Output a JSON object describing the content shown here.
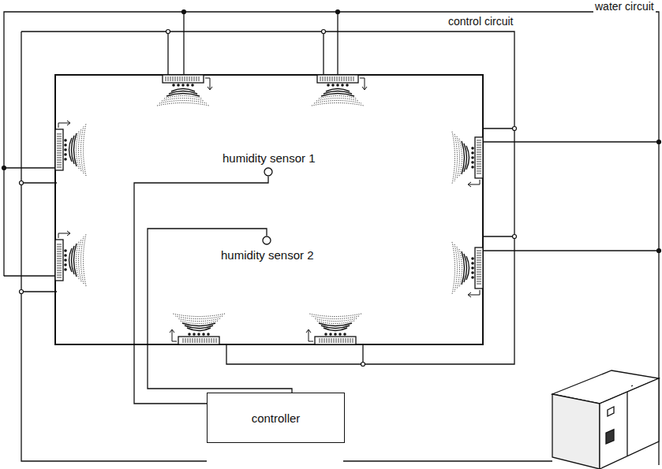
{
  "diagram": {
    "nodes": [
      {
        "text": [
          "humidity sensor 1"
        ]
      },
      {
        "text": [
          "humidity sensor 2"
        ]
      },
      {
        "text": [
          "controller"
        ]
      }
    ],
    "edges": [
      {
        "from": 0,
        "to": 2,
        "arrow": "none"
      },
      {
        "from": 1,
        "to": 2,
        "arrow": "none"
      }
    ],
    "labels": [
      "water circuit",
      "control circuit"
    ]
  }
}
